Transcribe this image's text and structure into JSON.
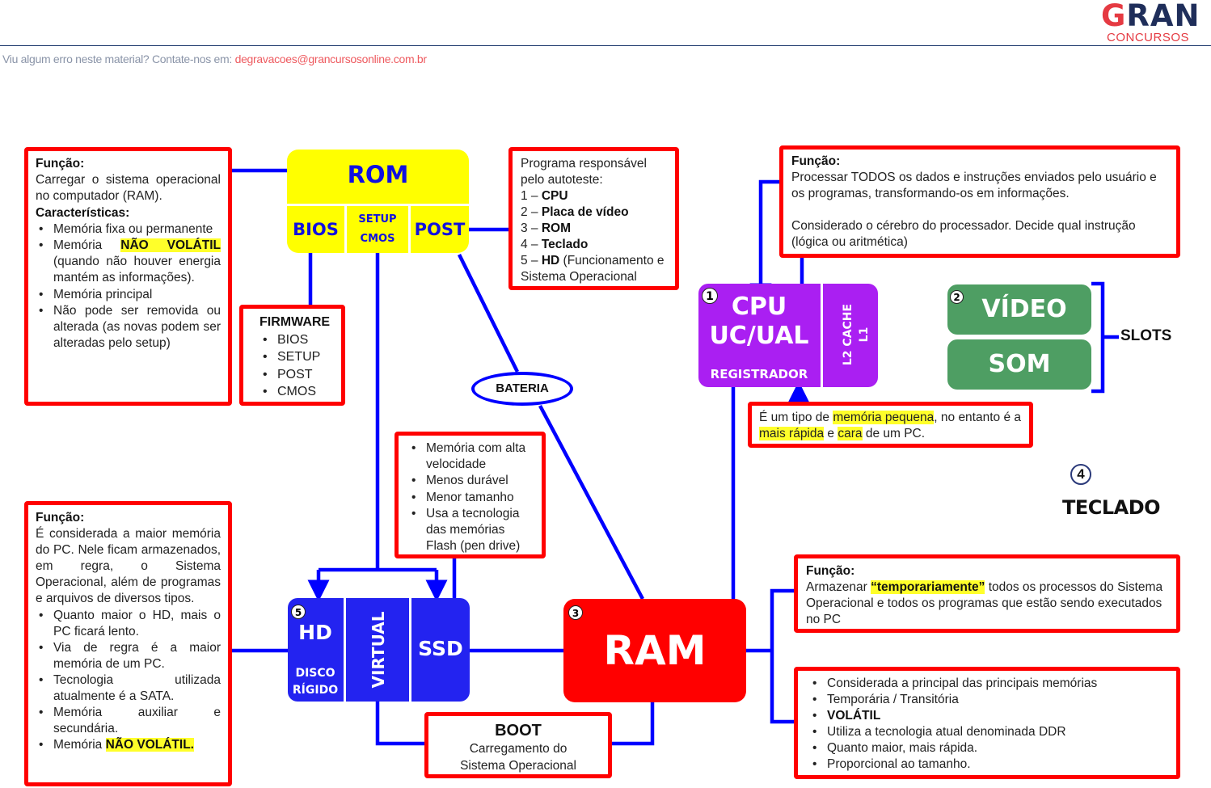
{
  "header": {
    "logo_main": "GRAN",
    "logo_sub": "CONCURSOS",
    "contact_text": "Viu algum erro neste material? Contate-nos em: ",
    "contact_email": "degravacoes@grancursosonline.com.br",
    "colors": {
      "brand_red": "#e53a42",
      "brand_navy": "#1f2e5a",
      "rule": "#1f3a6e"
    }
  },
  "colors": {
    "box_border": "#ff0000",
    "connector": "#0000ff",
    "rom": "#ffff00",
    "cpu": "#aa1ff2",
    "slots": "#4e9e63",
    "storage": "#2323f0",
    "ram": "#ff0000",
    "highlight": "#ffff2a"
  },
  "rom": {
    "title": "ROM",
    "cells": [
      "BIOS",
      "SETUP",
      "CMOS",
      "POST"
    ],
    "info": {
      "funcao_label": "Função:",
      "funcao_text": "Carregar o sistema operacional no computador (RAM).",
      "carac_label": "Características:",
      "items": [
        {
          "pre": "Memória fixa ou permanente",
          "hl": "",
          "post": ""
        },
        {
          "pre": "Memória ",
          "hl": "NÃO VOLÁTIL",
          "post": " (quando não houver energia mantém as informações)."
        },
        {
          "pre": "Memória principal",
          "hl": "",
          "post": ""
        },
        {
          "pre": "Não pode ser removida ou alterada (as novas podem ser alteradas pelo setup)",
          "hl": "",
          "post": ""
        }
      ]
    },
    "firmware": {
      "title": "FIRMWARE",
      "items": [
        "BIOS",
        "SETUP",
        "POST",
        "CMOS"
      ]
    },
    "post_box": {
      "intro": "Programa responsável pelo autoteste:",
      "items": [
        {
          "num": "1 – ",
          "label": "CPU",
          "rest": ""
        },
        {
          "num": "2 – ",
          "label": "Placa de vídeo",
          "rest": ""
        },
        {
          "num": "3 – ",
          "label": "ROM",
          "rest": ""
        },
        {
          "num": "4 – ",
          "label": "Teclado",
          "rest": ""
        },
        {
          "num": "5 – ",
          "label": "HD",
          "rest": " (Funcionamento e Sistema Operacional"
        }
      ]
    },
    "bateria": "BATERIA"
  },
  "cpu": {
    "badge": "1",
    "title": "CPU",
    "subtitle": "UC/UAL",
    "register": "REGISTRADOR",
    "cache_l2": "L2 CACHE",
    "cache_l1": "L1",
    "info": {
      "funcao_label": "Função:",
      "line1": "Processar TODOS os dados e instruções enviados pelo usuário e os programas, transformando-os em informações.",
      "line2": "Considerado o cérebro do processador. Decide qual instrução (lógica ou aritmética)"
    },
    "register_note": {
      "parts": [
        {
          "t": "É um tipo de ",
          "hl": false
        },
        {
          "t": "memória pequena",
          "hl": true
        },
        {
          "t": ", no entanto é a ",
          "hl": false
        },
        {
          "t": "mais rápida",
          "hl": true
        },
        {
          "t": " e ",
          "hl": false
        },
        {
          "t": "cara",
          "hl": true
        },
        {
          "t": " de um PC.",
          "hl": false
        }
      ]
    }
  },
  "slots": {
    "badge": "2",
    "video": "VÍDEO",
    "som": "SOM",
    "label": "SLOTS"
  },
  "teclado": {
    "badge": "4",
    "label": "TECLADO"
  },
  "storage": {
    "badge": "5",
    "hd": "HD",
    "hd_sub1": "DISCO",
    "hd_sub2": "RÍGIDO",
    "virtual": "VIRTUAL",
    "ssd": "SSD",
    "ssd_info": [
      "Memória com alta velocidade",
      "Menos durável",
      "Menor tamanho",
      "Usa a tecnologia das memórias Flash (pen drive)"
    ],
    "hd_info": {
      "funcao_label": "Função:",
      "funcao_text": "É considerada a maior memória do PC. Nele ficam armazenados, em regra, o Sistema Operacional, além de programas e arquivos de diversos tipos.",
      "items": [
        {
          "pre": "Quanto maior o HD, mais o PC ficará lento.",
          "hl": ""
        },
        {
          "pre": "Via de regra é a maior memória de um PC.",
          "hl": ""
        },
        {
          "pre": "Tecnologia utilizada atualmente é a SATA.",
          "hl": ""
        },
        {
          "pre": "Memória auxiliar e secundária.",
          "hl": ""
        },
        {
          "pre": "Memória ",
          "hl": "NÃO VOLÁTIL."
        }
      ]
    }
  },
  "ram": {
    "badge": "3",
    "title": "RAM",
    "boot": {
      "title": "BOOT",
      "line1": "Carregamento do",
      "line2": "Sistema Operacional"
    },
    "funcao": {
      "label": "Função:",
      "pre": "Armazenar ",
      "hl": "“temporariamente”",
      "post": " todos os processos do Sistema Operacional e todos os programas que estão sendo executados no PC"
    },
    "items": [
      "Considerada a principal das principais memórias",
      "Temporária / Transitória",
      "VOLÁTIL",
      "Utiliza a tecnologia atual denominada DDR",
      "Quanto maior, mais rápida.",
      "Proporcional ao tamanho."
    ]
  }
}
